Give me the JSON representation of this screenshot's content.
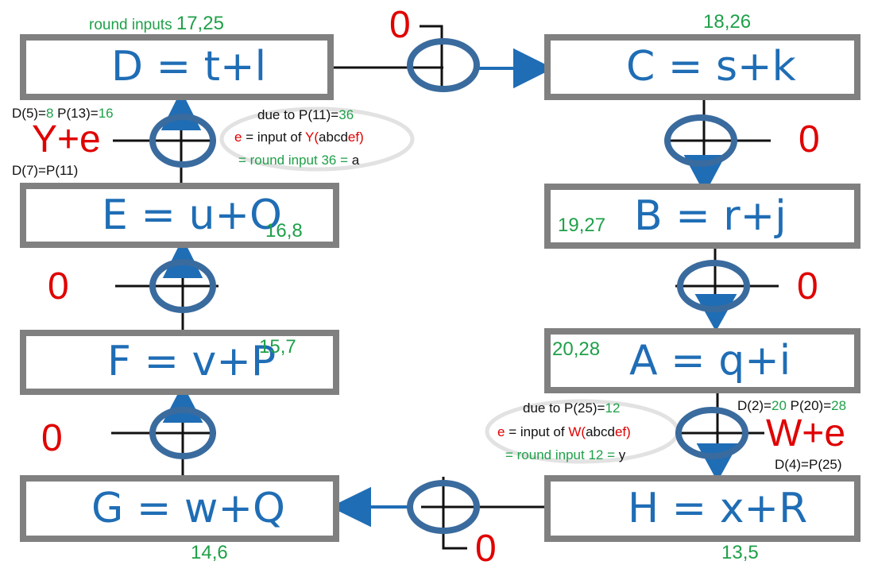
{
  "colors": {
    "box_border": "#808080",
    "equation": "#1f6db5",
    "xor_ring": "#3a6b9e",
    "green": "#1fa049",
    "red": "#e00000",
    "line": "#111111"
  },
  "icons": {
    "xor": "xor-circle-plus-icon",
    "arrow": "arrow-head-icon"
  },
  "boxes": {
    "D": "D = t+l",
    "C": "C = s+k",
    "B": "B = r+j",
    "A": "A = q+i",
    "H": "H = x+R",
    "G": "G = w+Q",
    "F": "F = v+P",
    "E": "E = u+O"
  },
  "rounds": {
    "D_prefix": "round inputs ",
    "D": "17,25",
    "C": "18,26",
    "B": "19,27",
    "A": "20,28",
    "H": "13,5",
    "G": "14,6",
    "F": "15,7",
    "E": "16,8"
  },
  "zeros": {
    "top": "0",
    "right_upper": "0",
    "right_lower": "0",
    "bottom": "0",
    "left_upper": "0",
    "left_lower": "0"
  },
  "left_annotation": {
    "d5_label": "D(5)=",
    "d5_value": "8",
    "p13_label": " P(13)=",
    "p13_value": "16",
    "ye": "Y+e",
    "d7": "D(7)=P(11)",
    "due_label": "due to P(11)=",
    "due_value": "36",
    "e": "e",
    "input_of": " = input of ",
    "func": "Y",
    "paren_open": "(",
    "abcd": "abcd",
    "ef": "ef",
    "paren_close": ")",
    "round_input": "= round input 36 = ",
    "result": "a"
  },
  "right_annotation": {
    "d2_label": "D(2)=",
    "d2_value": "20",
    "p20_label": " P(20)=",
    "p20_value": "28",
    "we": "W+e",
    "d4": "D(4)=P(25)",
    "due_label": "due to P(25)=",
    "due_value": "12",
    "e": "e",
    "input_of": " = input of ",
    "func": "W",
    "paren_open": "(",
    "abcd": "abcd",
    "ef": "ef",
    "paren_close": ")",
    "round_input": "= round input 12 = ",
    "result": "y"
  }
}
